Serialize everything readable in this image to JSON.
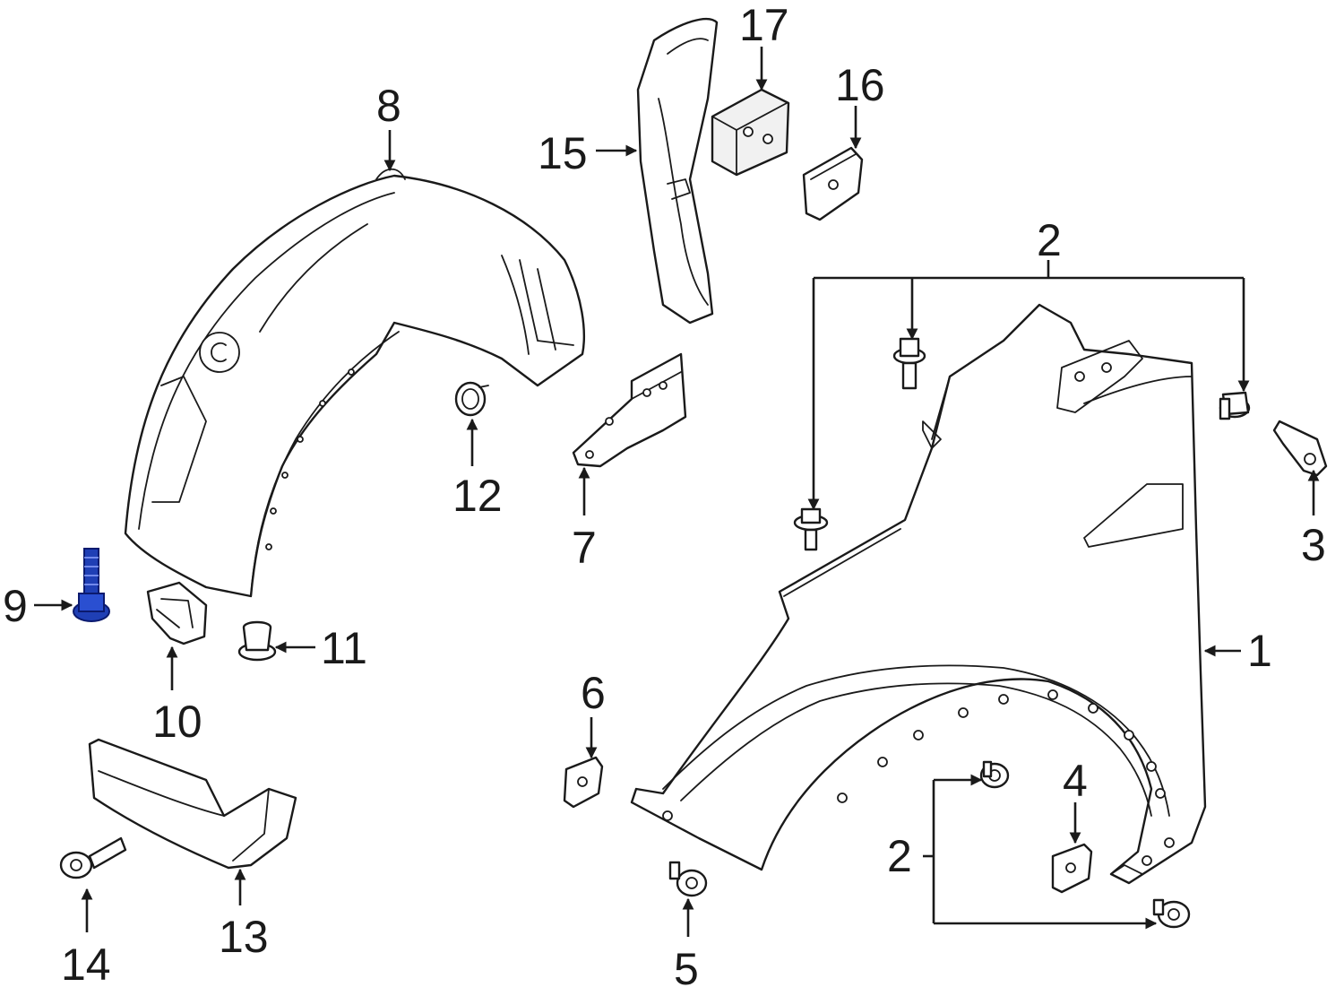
{
  "diagram": {
    "highlight_color": "#1f3fb5",
    "callouts": [
      {
        "id": "1",
        "label": "1"
      },
      {
        "id": "2a",
        "label": "2"
      },
      {
        "id": "2b",
        "label": "2"
      },
      {
        "id": "3",
        "label": "3"
      },
      {
        "id": "4",
        "label": "4"
      },
      {
        "id": "5",
        "label": "5"
      },
      {
        "id": "6",
        "label": "6"
      },
      {
        "id": "7",
        "label": "7"
      },
      {
        "id": "8",
        "label": "8"
      },
      {
        "id": "9",
        "label": "9"
      },
      {
        "id": "10",
        "label": "10"
      },
      {
        "id": "11",
        "label": "11"
      },
      {
        "id": "12",
        "label": "12"
      },
      {
        "id": "13",
        "label": "13"
      },
      {
        "id": "14",
        "label": "14"
      },
      {
        "id": "15",
        "label": "15"
      },
      {
        "id": "16",
        "label": "16"
      },
      {
        "id": "17",
        "label": "17"
      }
    ]
  }
}
